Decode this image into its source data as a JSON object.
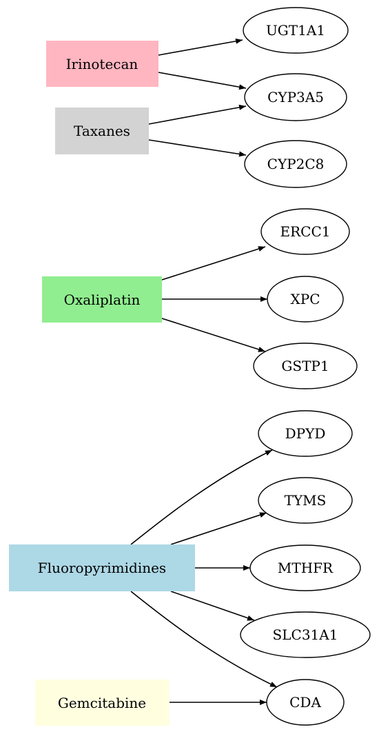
{
  "drugs": [
    {
      "id": "irinotecan",
      "label": "Irinotecan",
      "color": "#ffb6c1"
    },
    {
      "id": "taxanes",
      "label": "Taxanes",
      "color": "#d3d3d3"
    },
    {
      "id": "oxaliplatin",
      "label": "Oxaliplatin",
      "color": "#90ee90"
    },
    {
      "id": "fluoropyrimidines",
      "label": "Fluoropyrimidines",
      "color": "#add8e6"
    },
    {
      "id": "gemcitabine",
      "label": "Gemcitabine",
      "color": "#ffffe0"
    }
  ],
  "genes": [
    {
      "id": "ugt1a1",
      "label": "UGT1A1"
    },
    {
      "id": "cyp3a5",
      "label": "CYP3A5"
    },
    {
      "id": "cyp2c8",
      "label": "CYP2C8"
    },
    {
      "id": "ercc1",
      "label": "ERCC1"
    },
    {
      "id": "xpc",
      "label": "XPC"
    },
    {
      "id": "gstp1",
      "label": "GSTP1"
    },
    {
      "id": "dpyd",
      "label": "DPYD"
    },
    {
      "id": "tyms",
      "label": "TYMS"
    },
    {
      "id": "mthfr",
      "label": "MTHFR"
    },
    {
      "id": "slc31a1",
      "label": "SLC31A1"
    },
    {
      "id": "cda",
      "label": "CDA"
    }
  ],
  "edges": [
    {
      "from": "irinotecan",
      "to": "ugt1a1"
    },
    {
      "from": "irinotecan",
      "to": "cyp3a5"
    },
    {
      "from": "taxanes",
      "to": "cyp3a5"
    },
    {
      "from": "taxanes",
      "to": "cyp2c8"
    },
    {
      "from": "oxaliplatin",
      "to": "ercc1"
    },
    {
      "from": "oxaliplatin",
      "to": "xpc"
    },
    {
      "from": "oxaliplatin",
      "to": "gstp1"
    },
    {
      "from": "fluoropyrimidines",
      "to": "dpyd"
    },
    {
      "from": "fluoropyrimidines",
      "to": "tyms"
    },
    {
      "from": "fluoropyrimidines",
      "to": "mthfr"
    },
    {
      "from": "fluoropyrimidines",
      "to": "slc31a1"
    },
    {
      "from": "fluoropyrimidines",
      "to": "cda"
    },
    {
      "from": "gemcitabine",
      "to": "cda"
    }
  ]
}
